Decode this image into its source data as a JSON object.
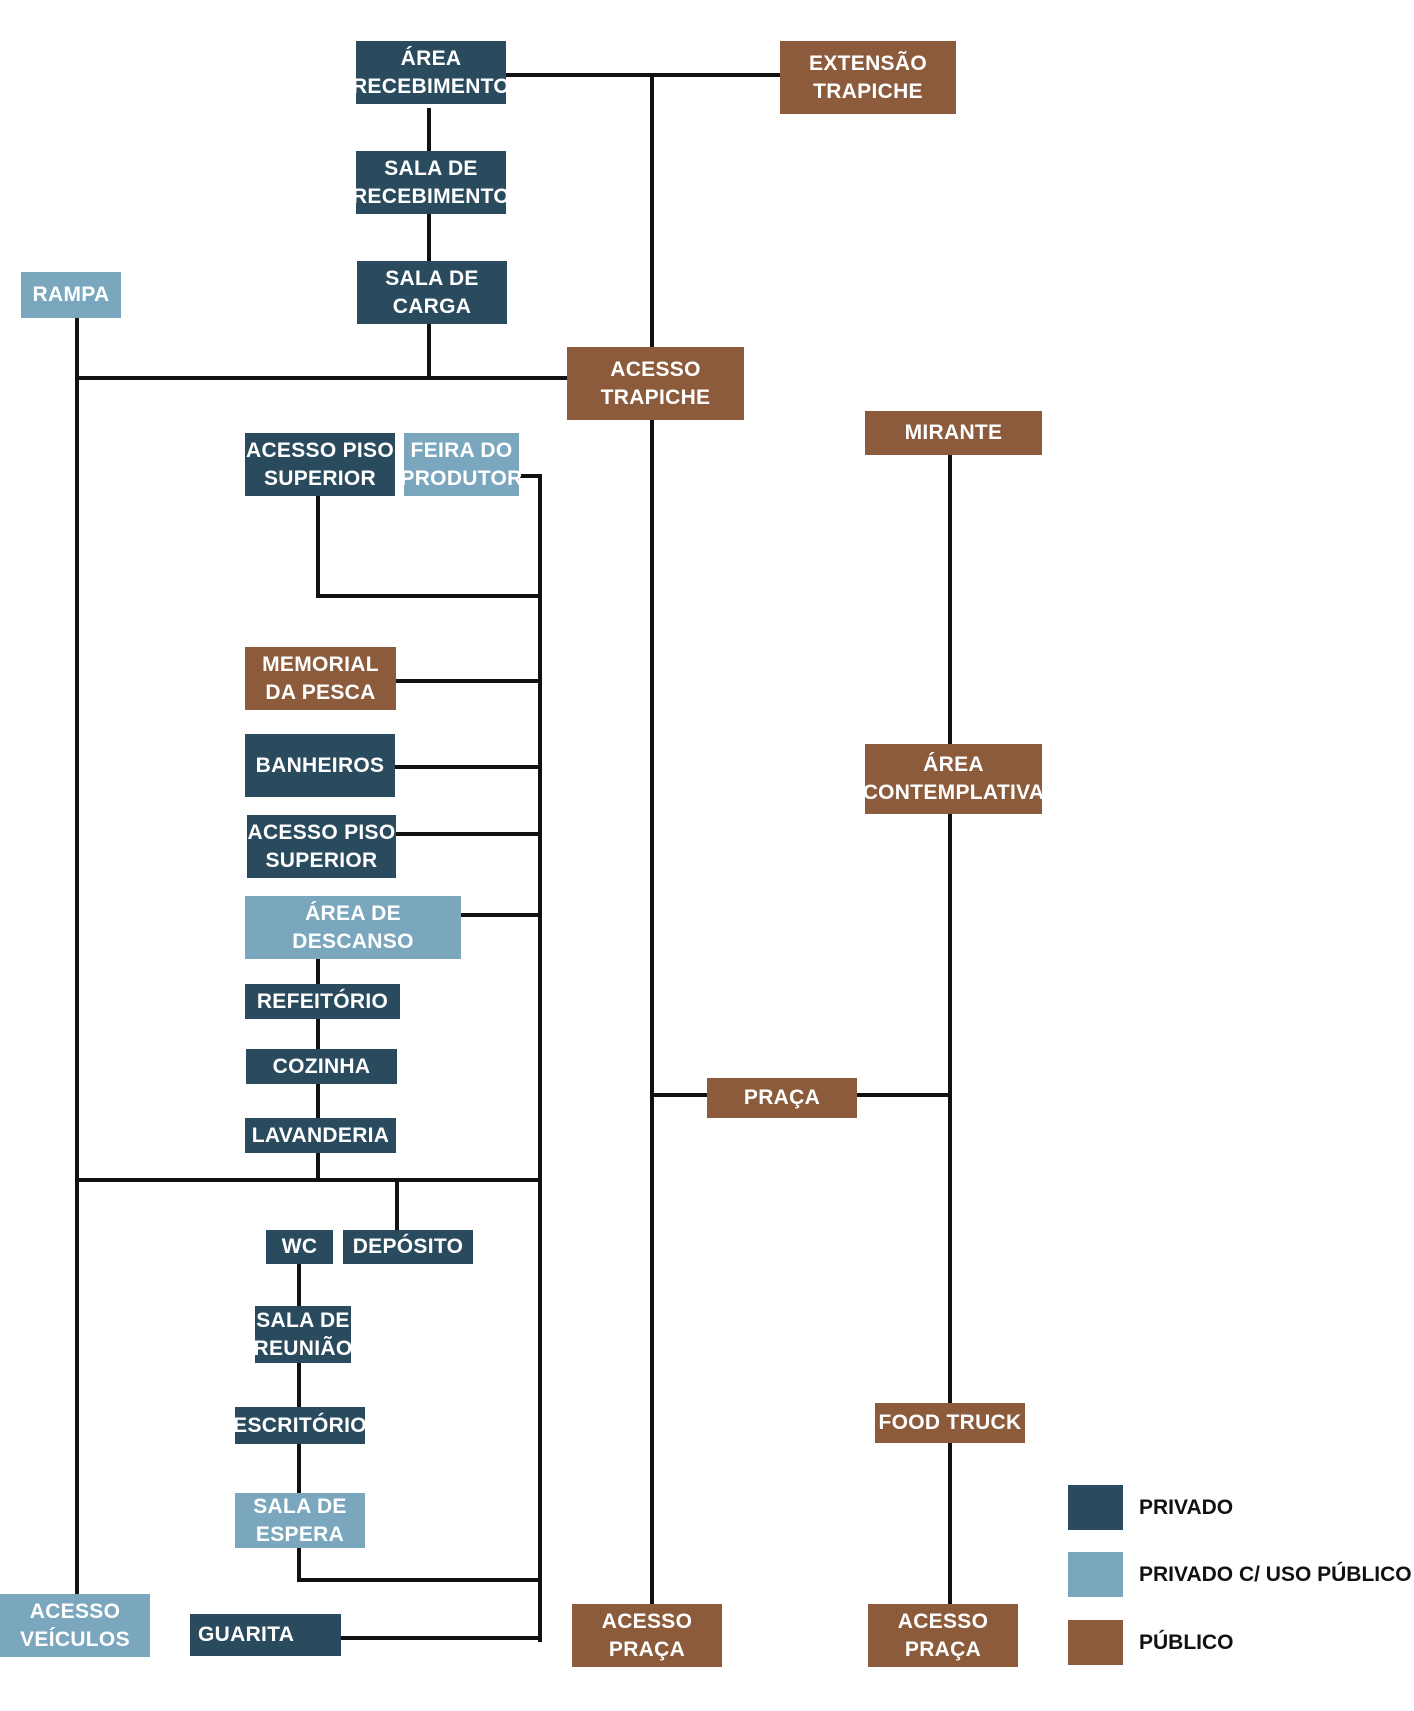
{
  "colors": {
    "privado": "#2a4a5e",
    "privado_uso_publico": "#7aa7bd",
    "publico": "#8b5b3c",
    "line": "#111111"
  },
  "nodes": {
    "area_recebimento": "ÁREA\nRECEBIMENTO",
    "extensao_trapiche": "EXTENSÃO\nTRAPICHE",
    "sala_recebimento": "SALA DE\nRECEBIMENTO",
    "sala_carga": "SALA DE\nCARGA",
    "rampa": "RAMPA",
    "acesso_trapiche": "ACESSO\nTRAPICHE",
    "mirante": "MIRANTE",
    "acesso_piso_superior_1": "ACESSO PISO\nSUPERIOR",
    "feira_produtor": "FEIRA DO\nPRODUTOR",
    "memorial_pesca": "MEMORIAL\nDA PESCA",
    "banheiros": "BANHEIROS",
    "acesso_piso_superior_2": "ACESSO PISO\nSUPERIOR",
    "area_contemplativa": "ÁREA\nCONTEMPLATIVA",
    "area_descanso": "ÁREA DE DESCANSO",
    "refeitorio": "REFEITÓRIO",
    "cozinha": "COZINHA",
    "praca": "PRAÇA",
    "lavanderia": "LAVANDERIA",
    "wc": "WC",
    "deposito": "DEPÓSITO",
    "sala_reuniao": "SALA DE\nREUNIÃO",
    "escritorio": "ESCRITÓRIO",
    "food_truck": "FOOD TRUCK",
    "sala_espera": "SALA DE\nESPERA",
    "acesso_veiculos": "ACESSO\nVEÍCULOS",
    "guarita": "GUARITA",
    "acesso_praca_1": "ACESSO\nPRAÇA",
    "acesso_praca_2": "ACESSO\nPRAÇA"
  },
  "legend": {
    "privado": "PRIVADO",
    "privado_uso_publico": "PRIVADO C/ USO PÚBLICO",
    "publico": "PÚBLICO"
  }
}
